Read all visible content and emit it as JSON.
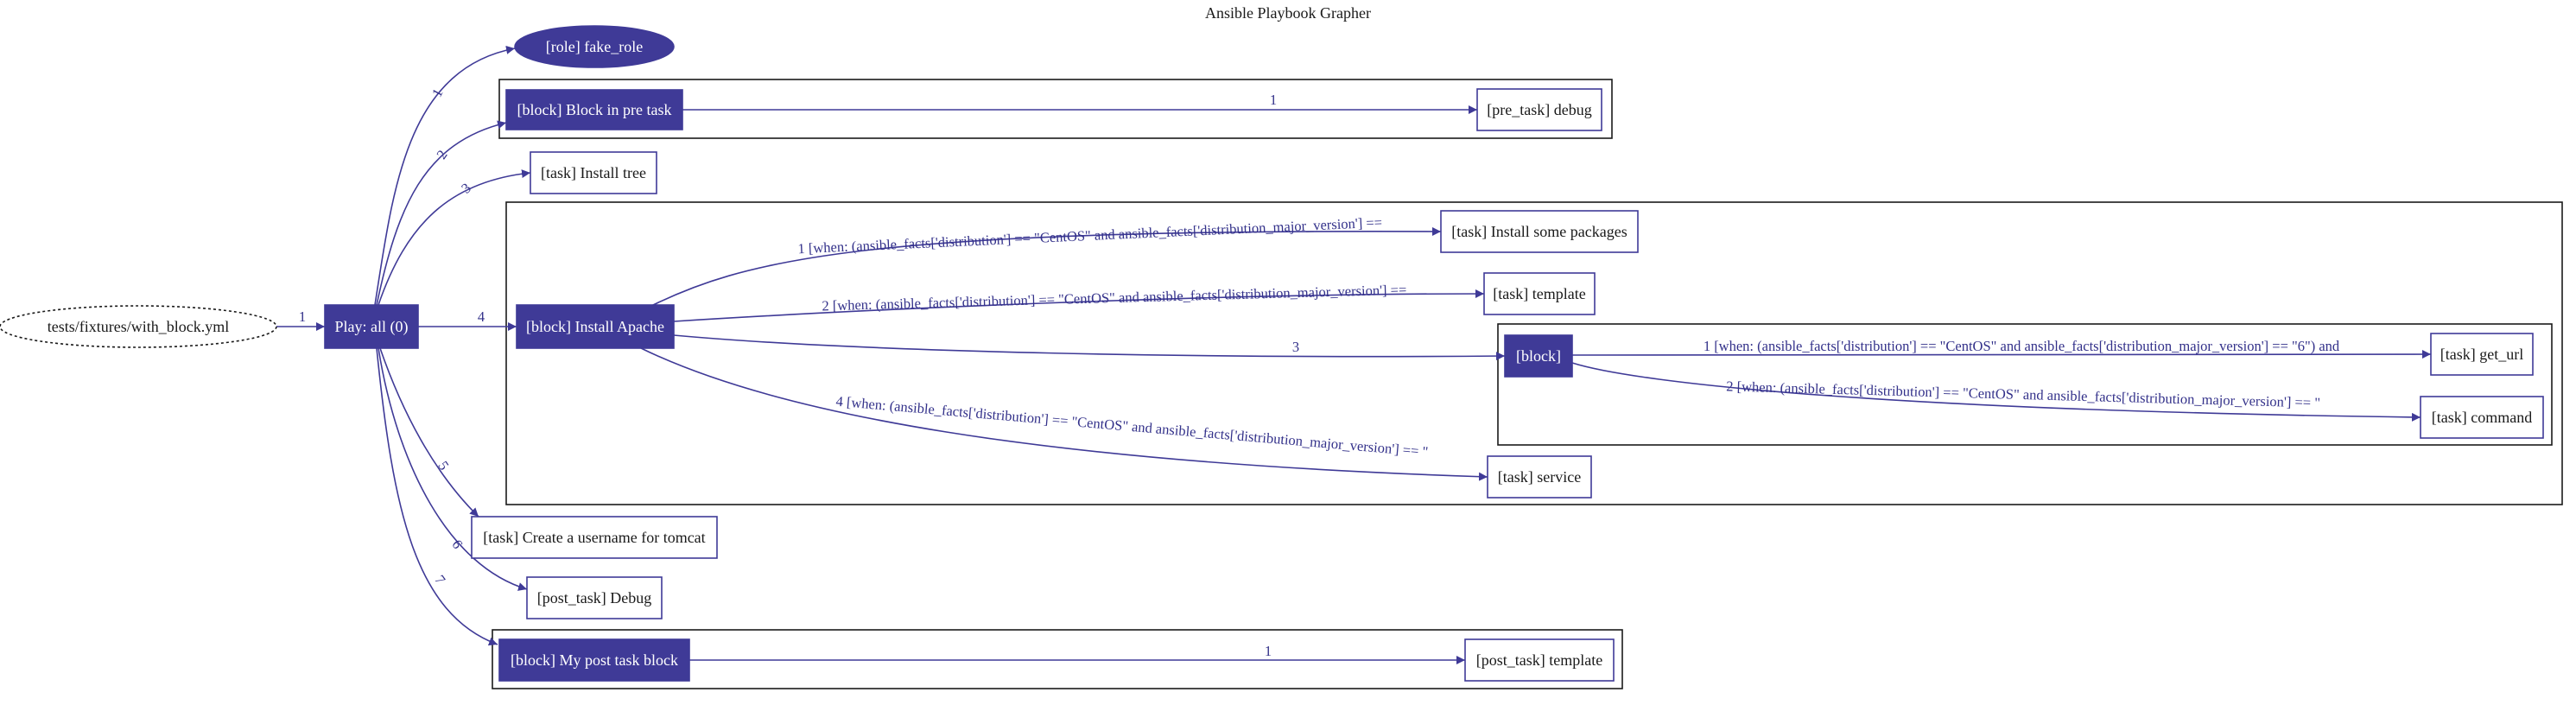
{
  "title": "Ansible Playbook Grapher",
  "colors": {
    "accent": "#3f3a97",
    "text": "#1a1a1a",
    "background": "#ffffff"
  },
  "nodes": {
    "playbook": "tests/fixtures/with_block.yml",
    "play": "Play: all (0)",
    "role": "[role] fake_role",
    "block_pre": "[block] Block in pre task",
    "pre_debug": "[pre_task] debug",
    "install_tree": "[task] Install tree",
    "block_apache": "[block] Install Apache",
    "install_pkgs": "[task] Install some packages",
    "task_template": "[task] template",
    "inner_block": "[block]",
    "get_url": "[task] get_url",
    "command": "[task] command",
    "service": "[task] service",
    "tomcat": "[task] Create a username for tomcat",
    "post_debug": "[post_task] Debug",
    "block_post": "[block] My post task block",
    "post_template": "[post_task] template"
  },
  "edges": {
    "playbook_play": "1",
    "play_role": "1",
    "play_block_pre": "2",
    "play_install_tree": "3",
    "play_block_apache": "4",
    "play_tomcat": "5",
    "play_post_debug": "6",
    "play_block_post": "7",
    "pre_block_debug": "1",
    "apache_pkgs": "1 [when: (ansible_facts['distribution'] == \"CentOS\" and ansible_facts['distribution_major_version'] ==",
    "apache_template": "2 [when: (ansible_facts['distribution'] == \"CentOS\" and ansible_facts['distribution_major_version'] ==",
    "apache_inner": "3",
    "apache_service": "4 [when: (ansible_facts['distribution'] == \"CentOS\" and ansible_facts['distribution_major_version'] == \"",
    "inner_get_url": "1 [when: (ansible_facts['distribution'] == \"CentOS\" and ansible_facts['distribution_major_version'] == \"6\") and",
    "inner_command": "2 [when: (ansible_facts['distribution'] == \"CentOS\" and ansible_facts['distribution_major_version'] == \"",
    "post_block_template": "1"
  }
}
